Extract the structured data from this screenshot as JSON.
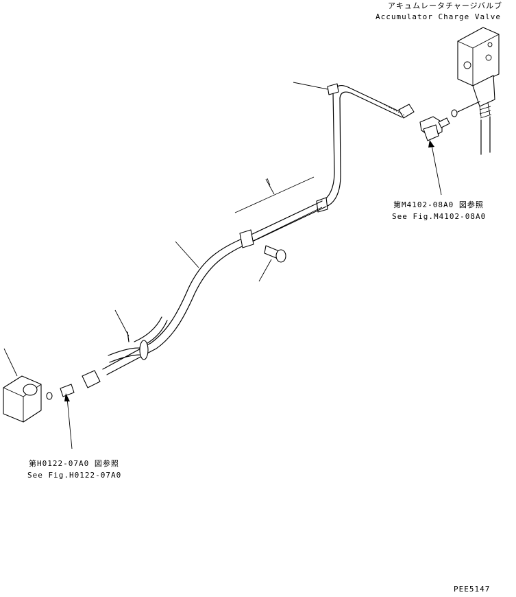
{
  "accumulator": {
    "label_jp": "アキュムレータチャージバルブ",
    "label_en": "Accumulator Charge Valve"
  },
  "ref_top": {
    "label_jp": "第M4102-08A0 図参照",
    "label_en": "See Fig.M4102-08A0"
  },
  "ref_bottom": {
    "label_jp": "第H0122-07A0 図参照",
    "label_en": "See Fig.H0122-07A0"
  },
  "drawing_code": "PEE5147"
}
